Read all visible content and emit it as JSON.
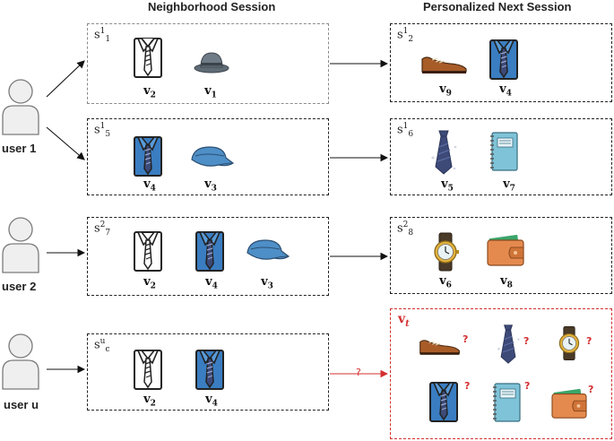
{
  "titles": {
    "neighborhood": "Neighborhood Session",
    "personalized": "Personalized Next Session"
  },
  "users": [
    "user 1",
    "user 2",
    "user u"
  ],
  "sessions": {
    "s11": {
      "base": "s",
      "sub": "1",
      "sup": "1"
    },
    "s15": {
      "base": "s",
      "sub": "5",
      "sup": "1"
    },
    "s27": {
      "base": "s",
      "sub": "7",
      "sup": "2"
    },
    "suc": {
      "base": "s",
      "sub": "c",
      "sup": "u"
    },
    "s12": {
      "base": "s",
      "sub": "2",
      "sup": "1"
    },
    "s16": {
      "base": "s",
      "sub": "6",
      "sup": "1"
    },
    "s28": {
      "base": "s",
      "sub": "8",
      "sup": "2"
    }
  },
  "items": {
    "v1": {
      "base": "v",
      "sub": "1"
    },
    "v2": {
      "base": "v",
      "sub": "2"
    },
    "v3": {
      "base": "v",
      "sub": "3"
    },
    "v4": {
      "base": "v",
      "sub": "4"
    },
    "v5": {
      "base": "v",
      "sub": "5"
    },
    "v6": {
      "base": "v",
      "sub": "6"
    },
    "v7": {
      "base": "v",
      "sub": "7"
    },
    "v8": {
      "base": "v",
      "sub": "8"
    },
    "v9": {
      "base": "v",
      "sub": "9"
    }
  },
  "target": {
    "base": "v",
    "sub": "t"
  },
  "question_mark": "?",
  "icons": [
    "shirt-white-icon",
    "shirt-blue-icon",
    "hat-icon",
    "cap-icon",
    "shoe-icon",
    "tie-icon",
    "notebook-icon",
    "watch-icon",
    "wallet-icon",
    "user-avatar-icon"
  ],
  "colors": {
    "blue_shirt": "#3a7dc1",
    "notebook": "#7fc3d8",
    "wallet": "#e58a4e",
    "red": "#d32f2f",
    "tie_navy": "#3d4a78"
  }
}
